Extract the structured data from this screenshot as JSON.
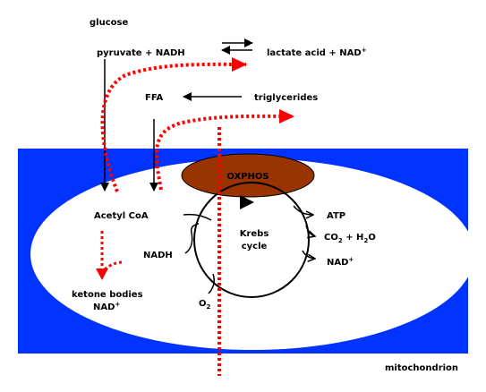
{
  "colors": {
    "mitochondrion_fill": "#0033ff",
    "matrix_fill": "#ffffff",
    "oxphos_fill": "#993300",
    "flux_arrow": "#ff0000",
    "pathway_arrow": "#000000"
  },
  "labels": {
    "glucose": "glucose",
    "pyruvate_nadh": "pyruvate + NADH",
    "lactate_nad": "lactate acid + NAD",
    "lactate_nad_sup": "+",
    "ffa": "FFA",
    "triglycerides": "triglycerides",
    "oxphos": "OXPHOS",
    "acetyl_coa": "Acetyl CoA",
    "krebs_line1": "Krebs",
    "krebs_line2": "cycle",
    "atp": "ATP",
    "co2_a": "CO",
    "co2_sub": "2",
    "co2_b": " + H",
    "h2o_sub": "2",
    "h2o_c": "O",
    "nad_out": "NAD",
    "nad_out_sup": "+",
    "nadh": "NADH",
    "ketone_bodies": "ketone bodies",
    "ketone_nad": "NAD",
    "ketone_nad_sup": "+",
    "o2": "O",
    "o2_sub": "2",
    "mitochondrion": "mitochondrion"
  }
}
